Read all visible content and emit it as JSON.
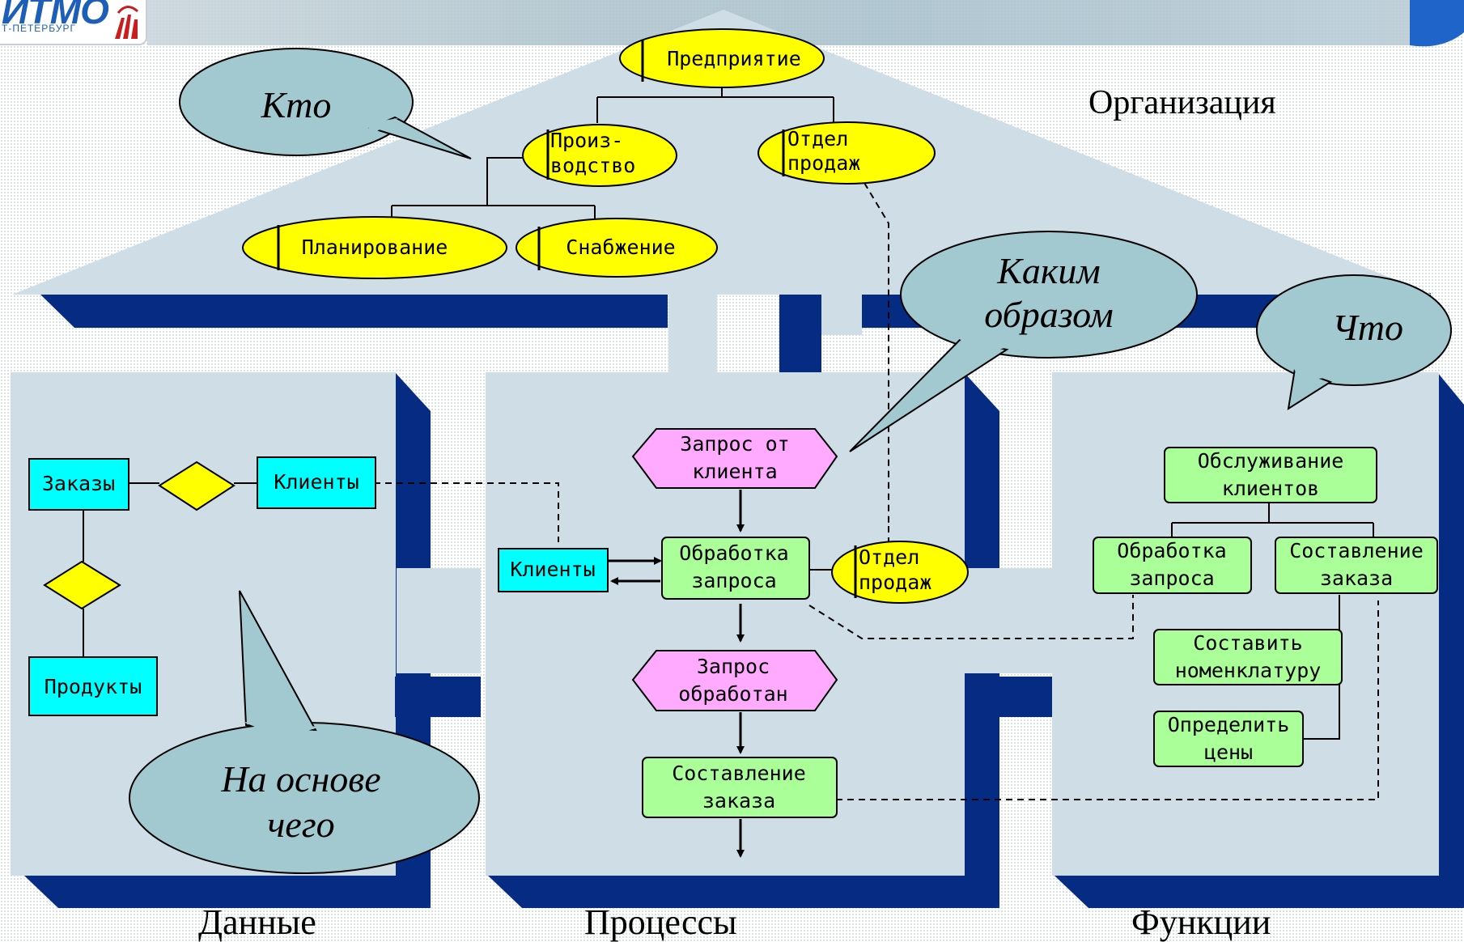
{
  "logo": {
    "main": "ИТМО",
    "sub": "Т-ПЕТЕРБУРГ"
  },
  "sections": {
    "organization": "Организация",
    "data": "Данные",
    "processes": "Процессы",
    "functions": "Функции"
  },
  "callouts": {
    "who": "Кто",
    "how_line1": "Каким",
    "how_line2": "образом",
    "what": "Что",
    "basis_line1": "На основе",
    "basis_line2": "чего"
  },
  "org": {
    "enterprise": "Предприятие",
    "production_line1": "Произ-",
    "production_line2": "водство",
    "sales_line1": "Отдел",
    "sales_line2": "продаж",
    "planning": "Планирование",
    "supply": "Снабжение"
  },
  "data_model": {
    "orders": "Заказы",
    "clients": "Клиенты",
    "products": "Продукты"
  },
  "process": {
    "request_line1": "Запрос от",
    "request_line2": "клиента",
    "clients": "Клиенты",
    "handle_line1": "Обработка",
    "handle_line2": "запроса",
    "sales_line1": "Отдел",
    "sales_line2": "продаж",
    "done_line1": "Запрос",
    "done_line2": "обработан",
    "compose_line1": "Составление",
    "compose_line2": "заказа"
  },
  "functions": {
    "service_line1": "Обслуживание",
    "service_line2": "клиентов",
    "handle_line1": "Обработка",
    "handle_line2": "запроса",
    "compose_line1": "Составление",
    "compose_line2": "заказа",
    "nomenclature_line1": "Составить",
    "nomenclature_line2": "номенклатуру",
    "prices_line1": "Определить",
    "prices_line2": "цены"
  },
  "colors": {
    "wall": "#cfdde6",
    "wall_shadow": "#062b83",
    "callout": "#a3c9d0",
    "org_unit": "#ffff00",
    "entity": "#00ffff",
    "process_step": "#aaff99",
    "event": "#ffaaff"
  }
}
